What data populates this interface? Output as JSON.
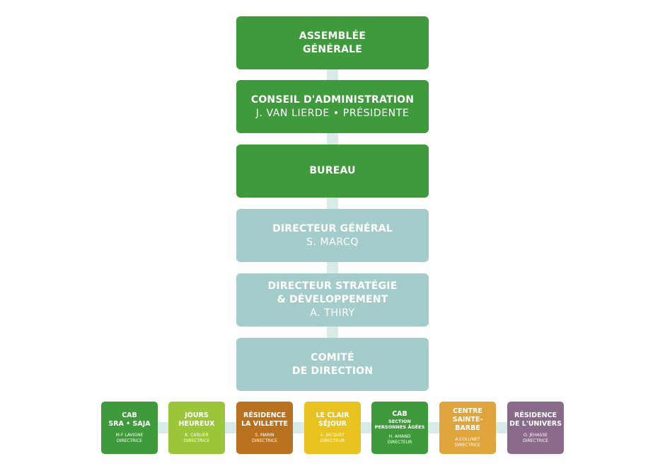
{
  "colors": {
    "green_dark": "#3f9a3c",
    "teal_light": "#a4ccca",
    "connector": "#d9ebe9",
    "green_lime": "#9cc63a",
    "brown": "#b8721f",
    "yellow": "#e8c220",
    "orange": "#e0a43c",
    "purple": "#8a6a8a"
  },
  "hierarchy": [
    {
      "title_1": "ASSEMBLÉE",
      "title_2": "GÉNÉRALE",
      "sub": ""
    },
    {
      "title_1": "CONSEIL D'ADMINISTRATION",
      "title_2": "",
      "sub": "J. VAN LIERDE • PRÉSIDENTE"
    },
    {
      "title_1": "BUREAU",
      "title_2": "",
      "sub": ""
    },
    {
      "title_1": "DIRECTEUR GÉNÉRAL",
      "title_2": "",
      "sub": "S. MARCQ"
    },
    {
      "title_1": "DIRECTEUR STRATÉGIE",
      "title_2": "& DÉVELOPPEMENT",
      "sub": "A. THIRY"
    },
    {
      "title_1": "COMITÉ",
      "title_2": "DE DIRECTION",
      "sub": ""
    }
  ],
  "entities": [
    {
      "title_1": "CAB",
      "title_2": "SRA • SAJA",
      "subtitle": "",
      "name": "M-F LAVIGNE",
      "role": "DIRECTRICE"
    },
    {
      "title_1": "JOURS",
      "title_2": "HEUREUX",
      "subtitle": "",
      "name": "K. CARLIER",
      "role": "DIRECTRICE"
    },
    {
      "title_1": "RÉSIDENCE",
      "title_2": "LA VILLETTE",
      "subtitle": "",
      "name": "S. MARIN",
      "role": "DIRECTRICE"
    },
    {
      "title_1": "LE CLAIR",
      "title_2": "SÉJOUR",
      "subtitle": "",
      "name": "L. JACQUET",
      "role": "DIRECTEUR"
    },
    {
      "title_1": "CAB",
      "title_2": "",
      "subtitle": "SECTION PERSONNES ÂGÉES",
      "name": "H. AMAND",
      "role": "DIRECTEUR"
    },
    {
      "title_1": "CENTRE",
      "title_2": "SAINTE-BARBE",
      "subtitle": "",
      "name": "A.COLLINET",
      "role": "DIRECTRICE"
    },
    {
      "title_1": "RÉSIDENCE",
      "title_2": "DE L'UNIVERS",
      "subtitle": "",
      "name": "O. JEHASSE",
      "role": "DIRECTRICE"
    }
  ]
}
